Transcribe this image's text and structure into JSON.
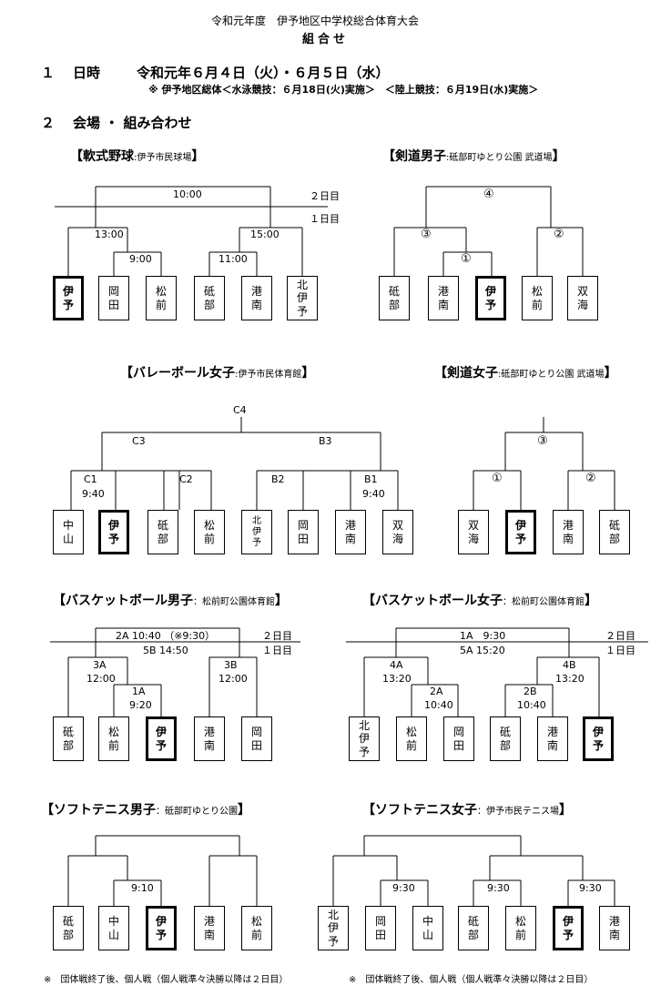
{
  "header": {
    "line1": "令和元年度　伊予地区中学校総合体育大会",
    "line2": "組合せ"
  },
  "section1": {
    "num": "１",
    "label": "日時",
    "date": "令和元年６月４日（火）・６月５日（水）",
    "note": "※ 伊予地区総体＜水泳競技：６月18日(火)実施＞　＜陸上競技：６月19日(水)実施＞"
  },
  "section2": {
    "num": "２",
    "label": "会場 ・ 組み合わせ"
  },
  "nanshiki": {
    "title": "【軟式野球",
    "venue": ":伊予市民球場",
    "close": "】",
    "times": [
      "10:00",
      "13:00",
      "9:00",
      "15:00",
      "11:00"
    ],
    "day2": "２日目",
    "day1": "１日目",
    "teams": [
      "伊\n予",
      "岡\n田",
      "松\n前",
      "砥\n部",
      "港\n南",
      "北\n伊\n予"
    ]
  },
  "kendo_m": {
    "title": "【剣道男子",
    "venue": ":砥部町ゆとり公園 武道場",
    "close": "】",
    "marks": [
      "④",
      "③",
      "①",
      "②"
    ],
    "teams": [
      "砥\n部",
      "港\n南",
      "伊\n予",
      "松\n前",
      "双\n海"
    ]
  },
  "volley_w": {
    "title": "【バレーボール女子",
    "venue": ":伊予市民体育館",
    "close": "】",
    "labels": [
      "C4",
      "C3",
      "B3",
      "C1",
      "9:40",
      "C2",
      "B2",
      "B1",
      "9:40"
    ],
    "teams": [
      "中\n山",
      "伊\n予",
      "砥\n部",
      "松\n前",
      "北\n伊\n予",
      "岡\n田",
      "港\n南",
      "双\n海"
    ]
  },
  "kendo_w": {
    "title": "【剣道女子",
    "venue": ":砥部町ゆとり公園 武道場",
    "close": "】",
    "marks": [
      "③",
      "①",
      "②"
    ],
    "teams": [
      "双\n海",
      "伊\n予",
      "港\n南",
      "砥\n部"
    ]
  },
  "basket_m": {
    "title": "【バスケットボール男子",
    "venue": "：松前町公園体育館",
    "close": "】",
    "labels": [
      "2A 10:40 （※9:30）",
      "5B 14:50",
      "3A",
      "12:00",
      "1A",
      "9:20",
      "3B",
      "12:00"
    ],
    "day2": "２日目",
    "day1": "１日目",
    "teams": [
      "砥\n部",
      "松\n前",
      "伊\n予",
      "港\n南",
      "岡\n田"
    ]
  },
  "basket_w": {
    "title": "【バスケットボール女子",
    "venue": "：松前町公園体育館",
    "close": "】",
    "labels": [
      "1A　9:30",
      "5A 15:20",
      "4A",
      "13:20",
      "2A",
      "10:40",
      "2B",
      "10:40",
      "4B",
      "13:20"
    ],
    "day2": "２日目",
    "day1": "１日目",
    "teams": [
      "北\n伊\n予",
      "松\n前",
      "岡\n田",
      "砥\n部",
      "港\n南",
      "伊\n予"
    ]
  },
  "soft_m": {
    "title": "【ソフトテニス男子",
    "venue": "：砥部町ゆとり公園",
    "close": "】",
    "times": [
      "9:10"
    ],
    "teams": [
      "砥\n部",
      "中\n山",
      "伊\n予",
      "港\n南",
      "松\n前"
    ],
    "note": "※　団体戦終了後、個人戦（個人戦準々決勝以降は２日目）"
  },
  "soft_w": {
    "title": "【ソフトテニス女子",
    "venue": "：伊予市民テニス場",
    "close": "】",
    "times": [
      "9:30",
      "9:30",
      "9:30"
    ],
    "teams": [
      "北\n伊\n予",
      "岡\n田",
      "中\n山",
      "砥\n部",
      "松\n前",
      "伊\n予",
      "港\n南"
    ],
    "note": "※　団体戦終了後、個人戦（個人戦準々決勝以降は２日目）"
  }
}
